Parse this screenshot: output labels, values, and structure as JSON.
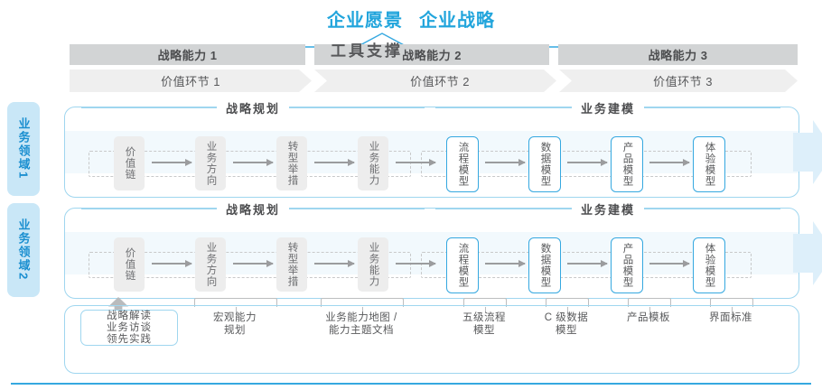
{
  "title": {
    "vision": "企业愿景",
    "strategy": "企业战略"
  },
  "capability_bars": [
    {
      "label": "战略能力 1"
    },
    {
      "label": "战略能力 2"
    },
    {
      "label": "战略能力 3"
    }
  ],
  "value_chevrons": [
    {
      "label": "价值环节 1"
    },
    {
      "label": "价值环节 2"
    },
    {
      "label": "价值环节 3"
    }
  ],
  "domains": [
    {
      "label": "业务领域",
      "num": "1"
    },
    {
      "label": "业务领域",
      "num": "2"
    }
  ],
  "sections": {
    "planning": "战略规划",
    "modeling": "业务建模"
  },
  "nodes": {
    "planning": [
      {
        "label": "价值链"
      },
      {
        "label": "业务方向"
      },
      {
        "label": "转型举措"
      },
      {
        "label": "业务能力"
      }
    ],
    "modeling": [
      {
        "label": "流程模型"
      },
      {
        "label": "数据模型"
      },
      {
        "label": "产品模型"
      },
      {
        "label": "体验模型"
      }
    ]
  },
  "tool_support": {
    "title": "工具支撑",
    "chip": "战略解读\n业务访谈\n领先实践",
    "labels": [
      {
        "text": "宏观能力\n规划"
      },
      {
        "text": "业务能力地图 /\n能力主题文档"
      },
      {
        "text": "五级流程\n模型"
      },
      {
        "text": "C 级数据\n模型"
      },
      {
        "text": "产品模板"
      },
      {
        "text": "界面标准"
      }
    ]
  },
  "colors": {
    "accent_blue": "#22a5dc",
    "node_border_blue": "#35a8e0",
    "bar_grey": "#d2d4d5",
    "chevron_grey": "#efefef",
    "tab_blue_bg": "#c9e7f7"
  }
}
